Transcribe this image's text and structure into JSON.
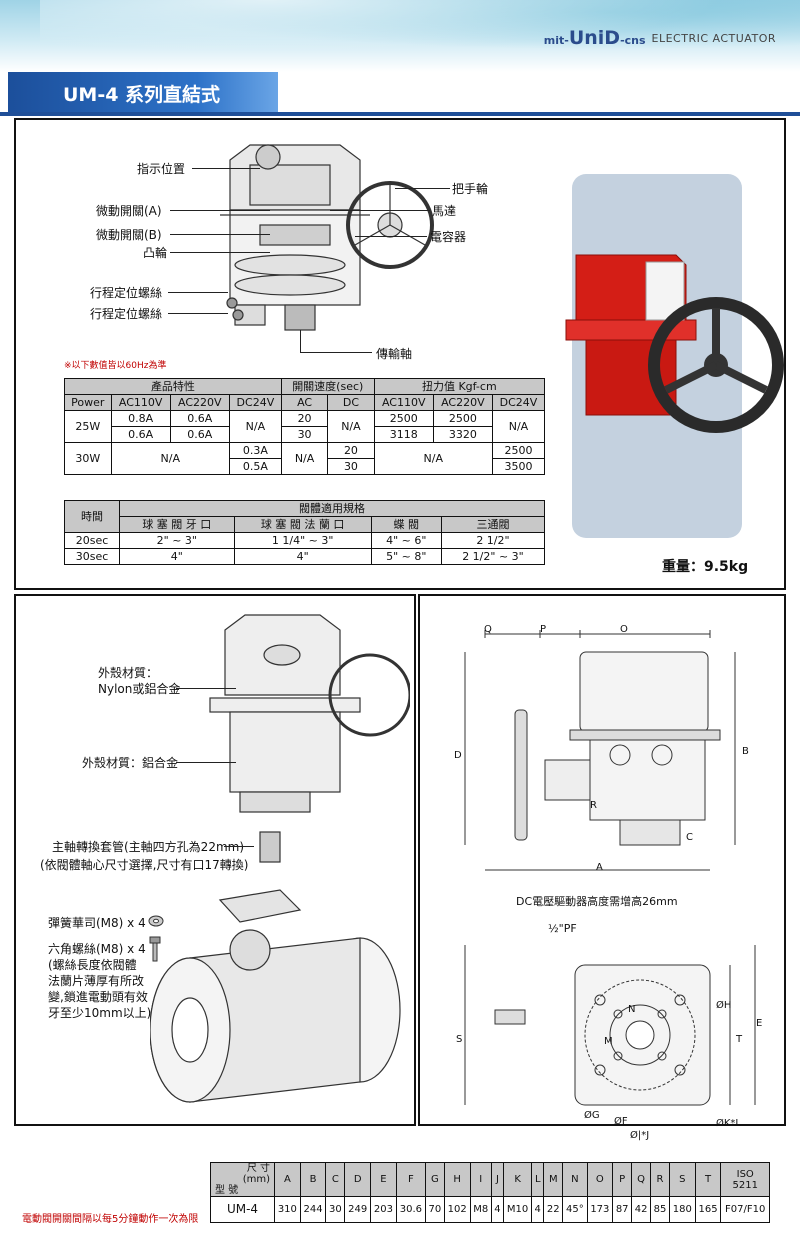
{
  "brand": {
    "prefix": "mit-",
    "name": "UniD",
    "suffix": "-cns",
    "tagline": "ELECTRIC ACTUATOR"
  },
  "title": "UM-4 系列直結式",
  "colors": {
    "title_bg": "#1f4f98",
    "note_red": "#c00000",
    "actuator_red": "#d41e16",
    "header_gray": "#c8c8c8"
  },
  "top_diagram": {
    "labels": {
      "indicator": "指示位置",
      "switch_a": "微動開關(A)",
      "switch_b": "微動開關(B)",
      "cam": "凸輪",
      "limit_screw_1": "行程定位螺絲",
      "limit_screw_2": "行程定位螺絲",
      "handwheel": "把手輪",
      "motor": "馬達",
      "capacitor": "電容器",
      "shaft": "傳輸軸"
    },
    "note": "※以下數值皆以60Hz為準",
    "weight": "重量：9.5kg"
  },
  "spec_table": {
    "group_headers": [
      "產品特性",
      "開關速度(sec)",
      "扭力值 Kgf-cm"
    ],
    "sub_headers": [
      "Power",
      "AC110V",
      "AC220V",
      "DC24V",
      "AC",
      "DC",
      "AC110V",
      "AC220V",
      "DC24V"
    ],
    "r1": {
      "power": "25W",
      "ac110": "0.8A",
      "ac220": "0.6A",
      "dc24": "N/A",
      "ac": "20",
      "dc": "N/A",
      "t110": "2500",
      "t220": "2500",
      "tdc": "N/A"
    },
    "r2": {
      "ac110": "0.6A",
      "ac220": "0.6A",
      "ac": "30",
      "t110": "3118",
      "t220": "3320"
    },
    "r3": {
      "power": "30W",
      "ac_na": "N/A",
      "dc24": "0.3A",
      "ac": "N/A",
      "dc": "20",
      "t_na": "N/A",
      "tdc": "2500"
    },
    "r4": {
      "dc24": "0.5A",
      "dc": "30",
      "tdc": "3500"
    }
  },
  "valve_table": {
    "time_header": "時間",
    "group_header": "閥體適用規格",
    "sub_headers": [
      "球 塞 閥 牙 口",
      "球 塞 閥 法 蘭 口",
      "蝶 閥",
      "三通閥"
    ],
    "rows": [
      {
        "time": "20sec",
        "values": [
          "2\" ~ 3\"",
          "1 1/4\" ~ 3\"",
          "4\" ~ 6\"",
          "2 1/2\""
        ]
      },
      {
        "time": "30sec",
        "values": [
          "4\"",
          "4\"",
          "5\" ~ 8\"",
          "2 1/2\" ~ 3\""
        ]
      }
    ]
  },
  "exploded_view": {
    "labels": {
      "housing_1a": "外殼材質：",
      "housing_1b": "Nylon或鋁合金",
      "housing_2": "外殼材質：鋁合金",
      "sleeve_a": "主軸轉換套管(主軸四方孔為22mm)",
      "sleeve_b": "(依閥體軸心尺寸選擇,尺寸有口17轉換)",
      "washer": "彈簧華司(M8) x 4",
      "bolt_a": "六角螺絲(M8) x 4",
      "bolt_b": "(螺絲長度依閥體",
      "bolt_c": "法蘭片薄厚有所改",
      "bolt_d": "變,鎖進電動頭有效",
      "bolt_e": "牙至少10mm以上)"
    }
  },
  "dimension_drawing": {
    "dc_note": "DC電壓驅動器高度需增高26mm",
    "pf_note": "½\"PF",
    "letters": {
      "q": "Q",
      "p": "P",
      "o": "O",
      "d": "D",
      "b": "B",
      "r": "R",
      "c": "C",
      "a": "A",
      "s": "S",
      "t": "T",
      "e": "E",
      "m": "M",
      "n": "N",
      "h": "ØH",
      "g": "ØG",
      "f": "ØF",
      "j": "Ø|*J",
      "kl": "ØK*L"
    }
  },
  "dim_table": {
    "header_label_top": "尺 寸",
    "header_unit": "(mm)",
    "header_label_bottom": "型 號",
    "columns": [
      "A",
      "B",
      "C",
      "D",
      "E",
      "F",
      "G",
      "H",
      "I",
      "J",
      "K",
      "L",
      "M",
      "N",
      "O",
      "P",
      "Q",
      "R",
      "S",
      "T"
    ],
    "iso_header_1": "ISO",
    "iso_header_2": "5211",
    "model": "UM-4",
    "values": [
      "310",
      "244",
      "30",
      "249",
      "203",
      "30.6",
      "70",
      "102",
      "M8",
      "4",
      "M10",
      "4",
      "22",
      "45°",
      "173",
      "87",
      "42",
      "85",
      "180",
      "165"
    ],
    "iso_value": "F07/F10"
  },
  "bottom_note": "電動閥開關間隔以每5分鐘動作一次為限"
}
